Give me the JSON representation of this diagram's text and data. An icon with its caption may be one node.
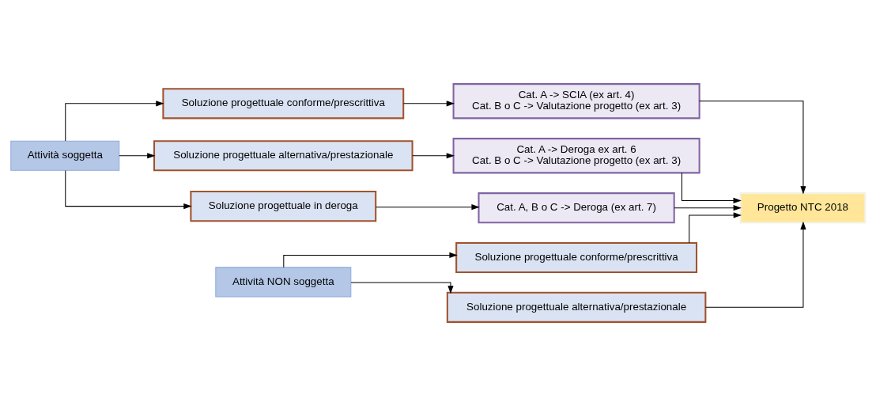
{
  "diagram": {
    "nodes": [
      {
        "text": [
          "Attività soggetta"
        ]
      },
      {
        "text": [
          "Soluzione progettuale conforme/prescrittiva"
        ]
      },
      {
        "text": [
          "Soluzione progettuale alternativa/prestazionale"
        ]
      },
      {
        "text": [
          "Soluzione progettuale in deroga"
        ]
      },
      {
        "text": [
          "Cat. A -> SCIA (ex art. 4)",
          "Cat. B o C -> Valutazione progetto (ex art. 3)"
        ]
      },
      {
        "text": [
          "Cat. A -> Deroga ex art. 6",
          "Cat. B o C -> Valutazione progetto (ex art. 3)"
        ]
      },
      {
        "text": [
          "Cat. A, B o C -> Deroga (ex art. 7)"
        ]
      },
      {
        "text": [
          "Progetto NTC 2018"
        ]
      },
      {
        "text": [
          "Attività NON soggetta"
        ]
      },
      {
        "text": [
          "Soluzione progettuale conforme/prescrittiva"
        ]
      },
      {
        "text": [
          "Soluzione progettuale alternativa/prestazionale"
        ]
      }
    ],
    "edges": [
      {
        "from": 0,
        "to": 1,
        "arrow": "to"
      },
      {
        "from": 0,
        "to": 2,
        "arrow": "to"
      },
      {
        "from": 0,
        "to": 3,
        "arrow": "to"
      },
      {
        "from": 1,
        "to": 4,
        "arrow": "to"
      },
      {
        "from": 2,
        "to": 5,
        "arrow": "to"
      },
      {
        "from": 3,
        "to": 6,
        "arrow": "to"
      },
      {
        "from": 4,
        "to": 7,
        "arrow": "to"
      },
      {
        "from": 5,
        "to": 7,
        "arrow": "to"
      },
      {
        "from": 6,
        "to": 7,
        "arrow": "to"
      },
      {
        "from": 8,
        "to": 9,
        "arrow": "to"
      },
      {
        "from": 8,
        "to": 10,
        "arrow": "to"
      },
      {
        "from": 9,
        "to": 7,
        "arrow": "to"
      },
      {
        "from": 10,
        "to": 7,
        "arrow": "to"
      }
    ]
  }
}
